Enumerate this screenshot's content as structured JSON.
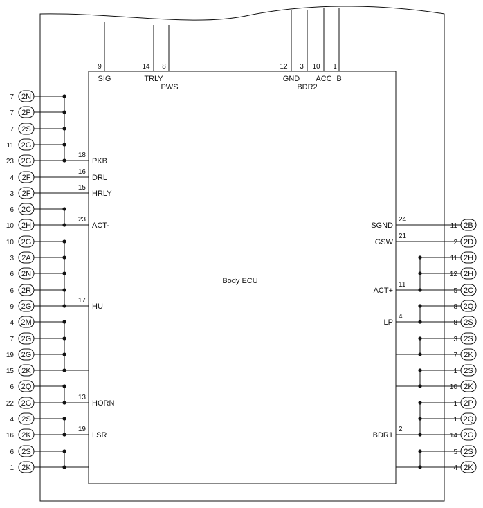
{
  "ecu_label": "Body ECU",
  "top_pins": [
    {
      "num": "9",
      "name": "SIG"
    },
    {
      "num": "14",
      "name": "TRLY"
    },
    {
      "num": "8",
      "name": "PWS"
    },
    {
      "num": "12",
      "name": "GND"
    },
    {
      "num": "3",
      "name": "BDR2"
    },
    {
      "num": "10",
      "name": "ACC"
    },
    {
      "num": "1",
      "name": "B"
    }
  ],
  "left_connectors": [
    {
      "pin": "7",
      "conn": "2N"
    },
    {
      "pin": "7",
      "conn": "2P"
    },
    {
      "pin": "7",
      "conn": "2S"
    },
    {
      "pin": "11",
      "conn": "2G"
    },
    {
      "pin": "23",
      "conn": "2G"
    },
    {
      "pin": "4",
      "conn": "2F"
    },
    {
      "pin": "3",
      "conn": "2F"
    },
    {
      "pin": "6",
      "conn": "2C"
    },
    {
      "pin": "10",
      "conn": "2H"
    },
    {
      "pin": "10",
      "conn": "2G"
    },
    {
      "pin": "3",
      "conn": "2A"
    },
    {
      "pin": "6",
      "conn": "2N"
    },
    {
      "pin": "6",
      "conn": "2R"
    },
    {
      "pin": "9",
      "conn": "2G"
    },
    {
      "pin": "4",
      "conn": "2M"
    },
    {
      "pin": "7",
      "conn": "2G"
    },
    {
      "pin": "19",
      "conn": "2G"
    },
    {
      "pin": "15",
      "conn": "2K"
    },
    {
      "pin": "6",
      "conn": "2Q"
    },
    {
      "pin": "22",
      "conn": "2G"
    },
    {
      "pin": "4",
      "conn": "2S"
    },
    {
      "pin": "16",
      "conn": "2K"
    },
    {
      "pin": "6",
      "conn": "2S"
    },
    {
      "pin": "1",
      "conn": "2K"
    }
  ],
  "left_terminals": [
    {
      "num": "18",
      "name": "PKB"
    },
    {
      "num": "16",
      "name": "DRL"
    },
    {
      "num": "15",
      "name": "HRLY"
    },
    {
      "num": "23",
      "name": "ACT-"
    },
    {
      "num": "17",
      "name": "HU"
    },
    {
      "num": "13",
      "name": "HORN"
    },
    {
      "num": "19",
      "name": "LSR"
    }
  ],
  "right_connectors": [
    {
      "pin": "11",
      "conn": "2B"
    },
    {
      "pin": "2",
      "conn": "2D"
    },
    {
      "pin": "11",
      "conn": "2H"
    },
    {
      "pin": "12",
      "conn": "2H"
    },
    {
      "pin": "5",
      "conn": "2C"
    },
    {
      "pin": "8",
      "conn": "2Q"
    },
    {
      "pin": "8",
      "conn": "2S"
    },
    {
      "pin": "3",
      "conn": "2S"
    },
    {
      "pin": "7",
      "conn": "2K"
    },
    {
      "pin": "1",
      "conn": "2S"
    },
    {
      "pin": "10",
      "conn": "2K"
    },
    {
      "pin": "1",
      "conn": "2P"
    },
    {
      "pin": "1",
      "conn": "2Q"
    },
    {
      "pin": "14",
      "conn": "2G"
    },
    {
      "pin": "5",
      "conn": "2S"
    },
    {
      "pin": "4",
      "conn": "2K"
    }
  ],
  "right_terminals": [
    {
      "num": "24",
      "name": "SGND"
    },
    {
      "num": "21",
      "name": "GSW"
    },
    {
      "num": "11",
      "name": "ACT+"
    },
    {
      "num": "4",
      "name": "LP"
    },
    {
      "num": "2",
      "name": "BDR1"
    }
  ]
}
